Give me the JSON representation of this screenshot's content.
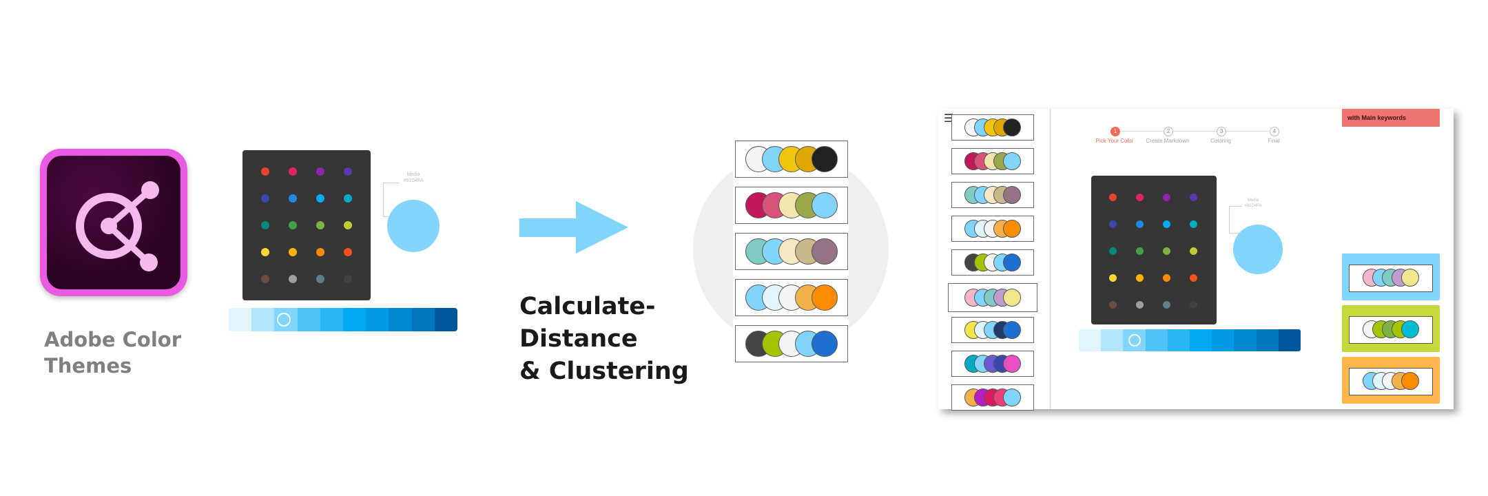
{
  "left_section": {
    "app_name": "Adobe Color\nThemes"
  },
  "picker": {
    "dot_colors": [
      [
        "#e8432e",
        "#e0245e",
        "#8e24aa",
        "#5e35b1"
      ],
      [
        "#3949ab",
        "#1e88e5",
        "#03a9f4",
        "#00acc1"
      ],
      [
        "#00897b",
        "#43a047",
        "#7cb342",
        "#c0ca33"
      ],
      [
        "#fdd835",
        "#ffb300",
        "#fb8c00",
        "#f4511e"
      ],
      [
        "#6d4c41",
        "#9e9e9e",
        "#607d8b",
        "#424242"
      ]
    ],
    "selected_color": "#81D4FA",
    "selected_label": "Media",
    "selected_hex": "#81D4FA",
    "ramp": [
      "#e1f5fe",
      "#b3e5fc",
      "#81d4fa",
      "#4fc3f7",
      "#29b6f6",
      "#03a9f4",
      "#039be5",
      "#0288d1",
      "#0277bd",
      "#01579b"
    ]
  },
  "process": {
    "label": "Calculate-\nDistance\n& Clustering",
    "arrow_color": "#81d4fa"
  },
  "palettes": [
    [
      "#f5f5f5",
      "#81d4fa",
      "#f1c40f",
      "#e0a800",
      "#222222"
    ],
    [
      "#c2185b",
      "#d8527a",
      "#f3e5ab",
      "#9aa84a",
      "#81d4fa"
    ],
    [
      "#80cbc4",
      "#81d4fa",
      "#f8e9c4",
      "#c8b98a",
      "#957286"
    ],
    [
      "#81d4fa",
      "#e1f5fe",
      "#f5f5f5",
      "#f4b04a",
      "#fb8c00"
    ],
    [
      "#444444",
      "#a4c400",
      "#f5f5f5",
      "#81d4fa",
      "#1e6fd0"
    ]
  ],
  "mockup": {
    "steps": [
      {
        "num": "1",
        "label": "Pick Your Color",
        "active": true
      },
      {
        "num": "2",
        "label": "Create Markdown",
        "active": false
      },
      {
        "num": "3",
        "label": "Coloring",
        "active": false
      },
      {
        "num": "4",
        "label": "Final",
        "active": false
      }
    ],
    "keyword_button": "with Main keywords",
    "sidebar_palettes": [
      [
        "#f5f5f5",
        "#81d4fa",
        "#f1c40f",
        "#e0a800",
        "#222222"
      ],
      [
        "#c2185b",
        "#d8527a",
        "#f3e5ab",
        "#9aa84a",
        "#81d4fa"
      ],
      [
        "#80cbc4",
        "#81d4fa",
        "#f8e9c4",
        "#c8b98a",
        "#957286"
      ],
      [
        "#81d4fa",
        "#e1f5fe",
        "#f5f5f5",
        "#f4b04a",
        "#fb8c00"
      ],
      [
        "#444444",
        "#a4c400",
        "#f5f5f5",
        "#81d4fa",
        "#1e6fd0"
      ],
      [
        "#f4b6c8",
        "#81d4fa",
        "#80cbc4",
        "#c39bd3",
        "#f0e68c"
      ],
      [
        "#f5e64a",
        "#e1f5fe",
        "#81d4fa",
        "#1e3a6a",
        "#1e6fd0"
      ],
      [
        "#00acc1",
        "#81d4fa",
        "#6a5acd",
        "#3949ab",
        "#e94fc0"
      ],
      [
        "#f4b04a",
        "#b71cc9",
        "#d81b60",
        "#ec407a",
        "#81d4fa"
      ]
    ],
    "cards": [
      {
        "bg": "#81d4fa",
        "swatches": [
          "#f4b6c8",
          "#81d4fa",
          "#80cbc4",
          "#c39bd3",
          "#f0e68c"
        ]
      },
      {
        "bg": "#c6d93a",
        "swatches": [
          "#f5f5f5",
          "#a4c400",
          "#7cb342",
          "#a4c400",
          "#00bcd4"
        ]
      },
      {
        "bg": "#ffb74d",
        "swatches": [
          "#81d4fa",
          "#e1f5fe",
          "#f5f5f5",
          "#f4b04a",
          "#fb8c00"
        ]
      }
    ]
  }
}
